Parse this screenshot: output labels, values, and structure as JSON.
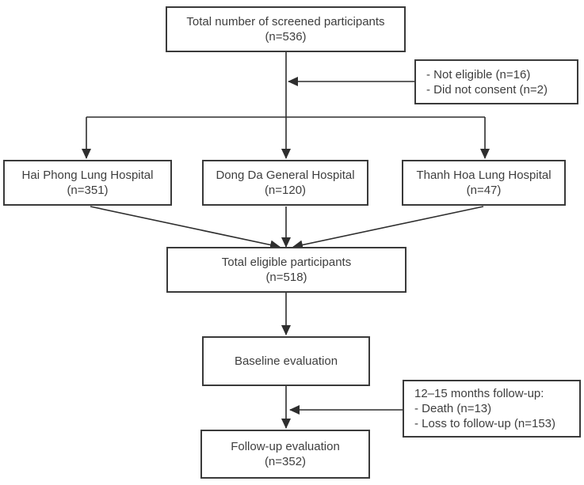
{
  "figure": {
    "type": "participant-flow-diagram"
  },
  "colors": {
    "background": "#ffffff",
    "box_border": "#3a3a3a",
    "text": "#3e3e3e",
    "line": "#2e2e2e"
  },
  "nodes": {
    "screened": {
      "lines": [
        "Total number of screened participants",
        "(n=536)"
      ]
    },
    "excluded": {
      "lines": [
        "- Not eligible (n=16)",
        "- Did not consent (n=2)"
      ]
    },
    "hospital_hai_phong": {
      "lines": [
        "Hai Phong Lung Hospital",
        "(n=351)"
      ]
    },
    "hospital_dong_da": {
      "lines": [
        "Dong Da General Hospital",
        "(n=120)"
      ]
    },
    "hospital_thanh_hoa": {
      "lines": [
        "Thanh Hoa Lung Hospital",
        "(n=47)"
      ]
    },
    "eligible": {
      "lines": [
        "Total eligible participants",
        "(n=518)"
      ]
    },
    "baseline": {
      "lines": [
        "Baseline evaluation"
      ]
    },
    "followup_attrition": {
      "lines": [
        "12–15 months follow-up:",
        "- Death (n=13)",
        "- Loss to follow-up (n=153)"
      ]
    },
    "followup": {
      "lines": [
        "Follow-up evaluation",
        "(n=352)"
      ]
    }
  }
}
